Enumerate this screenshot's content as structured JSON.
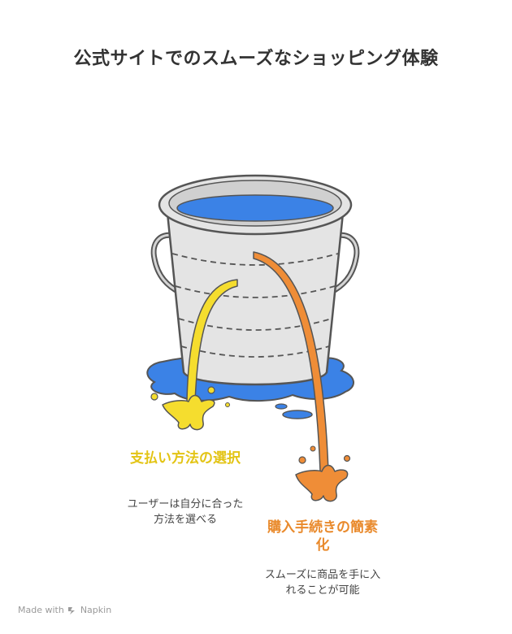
{
  "title": "公式サイトでのスムーズなショッピング体験",
  "labels": {
    "left": {
      "title": "支払い方法の選択",
      "description": "ユーザーは自分に合った方法を選べる"
    },
    "right": {
      "title": "購入手続きの簡素化",
      "description": "スムーズに商品を手に入れることが可能"
    }
  },
  "footer": {
    "made_with": "Made with",
    "brand": "Napkin",
    "icon": "napkin-logo-icon"
  },
  "colors": {
    "bucket_fill": "#e4e4e4",
    "bucket_stroke": "#555555",
    "water": "#3b82e6",
    "left_stream": "#f5dd2e",
    "right_stream": "#ef8d37",
    "left_label": "#e3c415",
    "right_label": "#e98a2c"
  }
}
